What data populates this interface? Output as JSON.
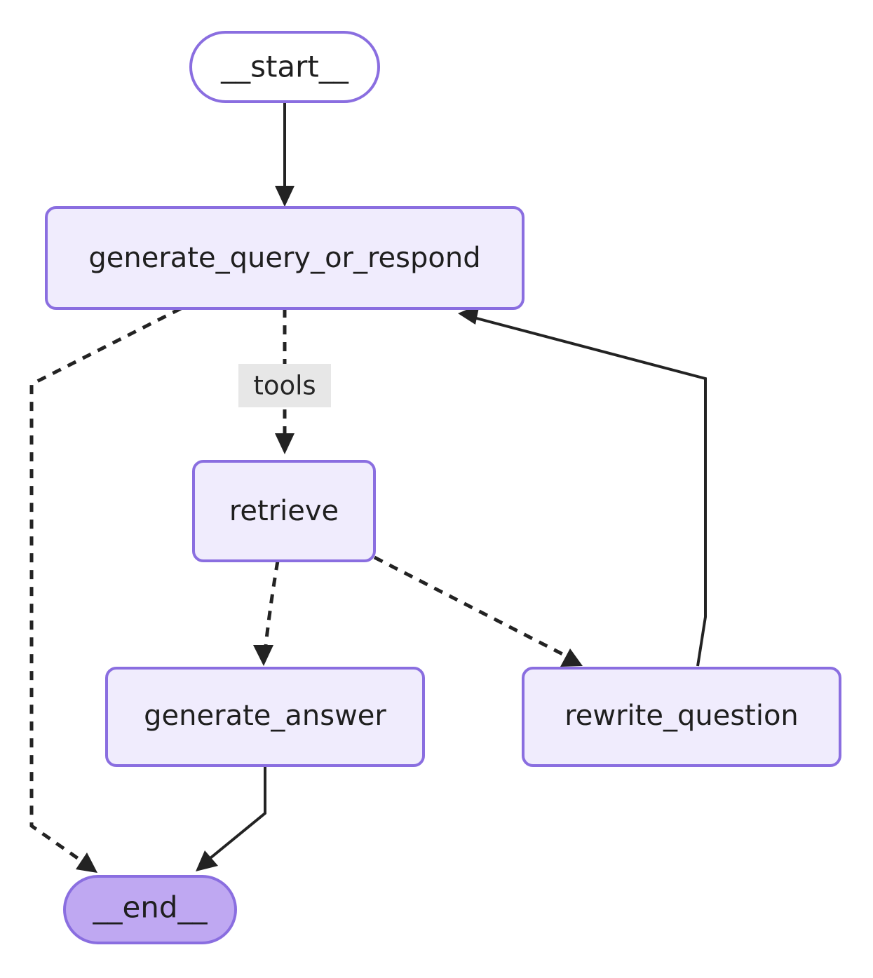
{
  "diagram": {
    "type": "flowchart",
    "orientation": "top-down",
    "background_color": "#ffffff",
    "title": "",
    "colors": {
      "node_fill": "#f0ecfd",
      "node_border": "#8a6ee0",
      "terminal_start_fill": "#ffffff",
      "terminal_end_fill": "#bfa8f2",
      "edge_color": "#232323",
      "edge_label_bg": "#e7e7e7",
      "text_color": "#1f1f1f"
    },
    "nodes": [
      {
        "id": "start",
        "label": "__start__",
        "shape": "stadium",
        "fill": "white"
      },
      {
        "id": "generate_query_or_respond",
        "label": "generate_query_or_respond",
        "shape": "rounded-rect",
        "fill": "lavender"
      },
      {
        "id": "retrieve",
        "label": "retrieve",
        "shape": "rounded-rect",
        "fill": "lavender"
      },
      {
        "id": "generate_answer",
        "label": "generate_answer",
        "shape": "rounded-rect",
        "fill": "lavender"
      },
      {
        "id": "rewrite_question",
        "label": "rewrite_question",
        "shape": "rounded-rect",
        "fill": "lavender"
      },
      {
        "id": "end",
        "label": "__end__",
        "shape": "stadium",
        "fill": "purple"
      }
    ],
    "edges": [
      {
        "from": "start",
        "to": "generate_query_or_respond",
        "style": "solid",
        "label": ""
      },
      {
        "from": "generate_query_or_respond",
        "to": "retrieve",
        "style": "dotted",
        "label": "tools"
      },
      {
        "from": "generate_query_or_respond",
        "to": "end",
        "style": "dotted",
        "label": ""
      },
      {
        "from": "retrieve",
        "to": "generate_answer",
        "style": "dotted",
        "label": ""
      },
      {
        "from": "retrieve",
        "to": "rewrite_question",
        "style": "dotted",
        "label": ""
      },
      {
        "from": "generate_answer",
        "to": "end",
        "style": "solid",
        "label": ""
      },
      {
        "from": "rewrite_question",
        "to": "generate_query_or_respond",
        "style": "solid",
        "label": ""
      }
    ],
    "edge_labels": [
      {
        "id": "tools",
        "text": "tools"
      }
    ]
  }
}
